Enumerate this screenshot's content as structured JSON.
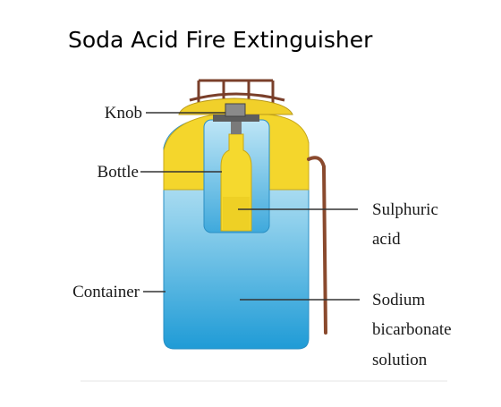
{
  "title": "Soda Acid Fire Extinguisher",
  "labels": {
    "knob": "Knob",
    "bottle": "Bottle",
    "container": "Container",
    "acid_line1": "Sulphuric",
    "acid_line2": "acid",
    "sodium_line1": "Sodium",
    "sodium_line2": "bicarbonate",
    "sodium_line3": "solution"
  },
  "colors": {
    "yellow": "#f5d92e",
    "blue_dark": "#2aa2d8",
    "blue_light": "#dff3fa",
    "brown": "#8a4a2e",
    "knob_gray": "#6e6e6e"
  }
}
